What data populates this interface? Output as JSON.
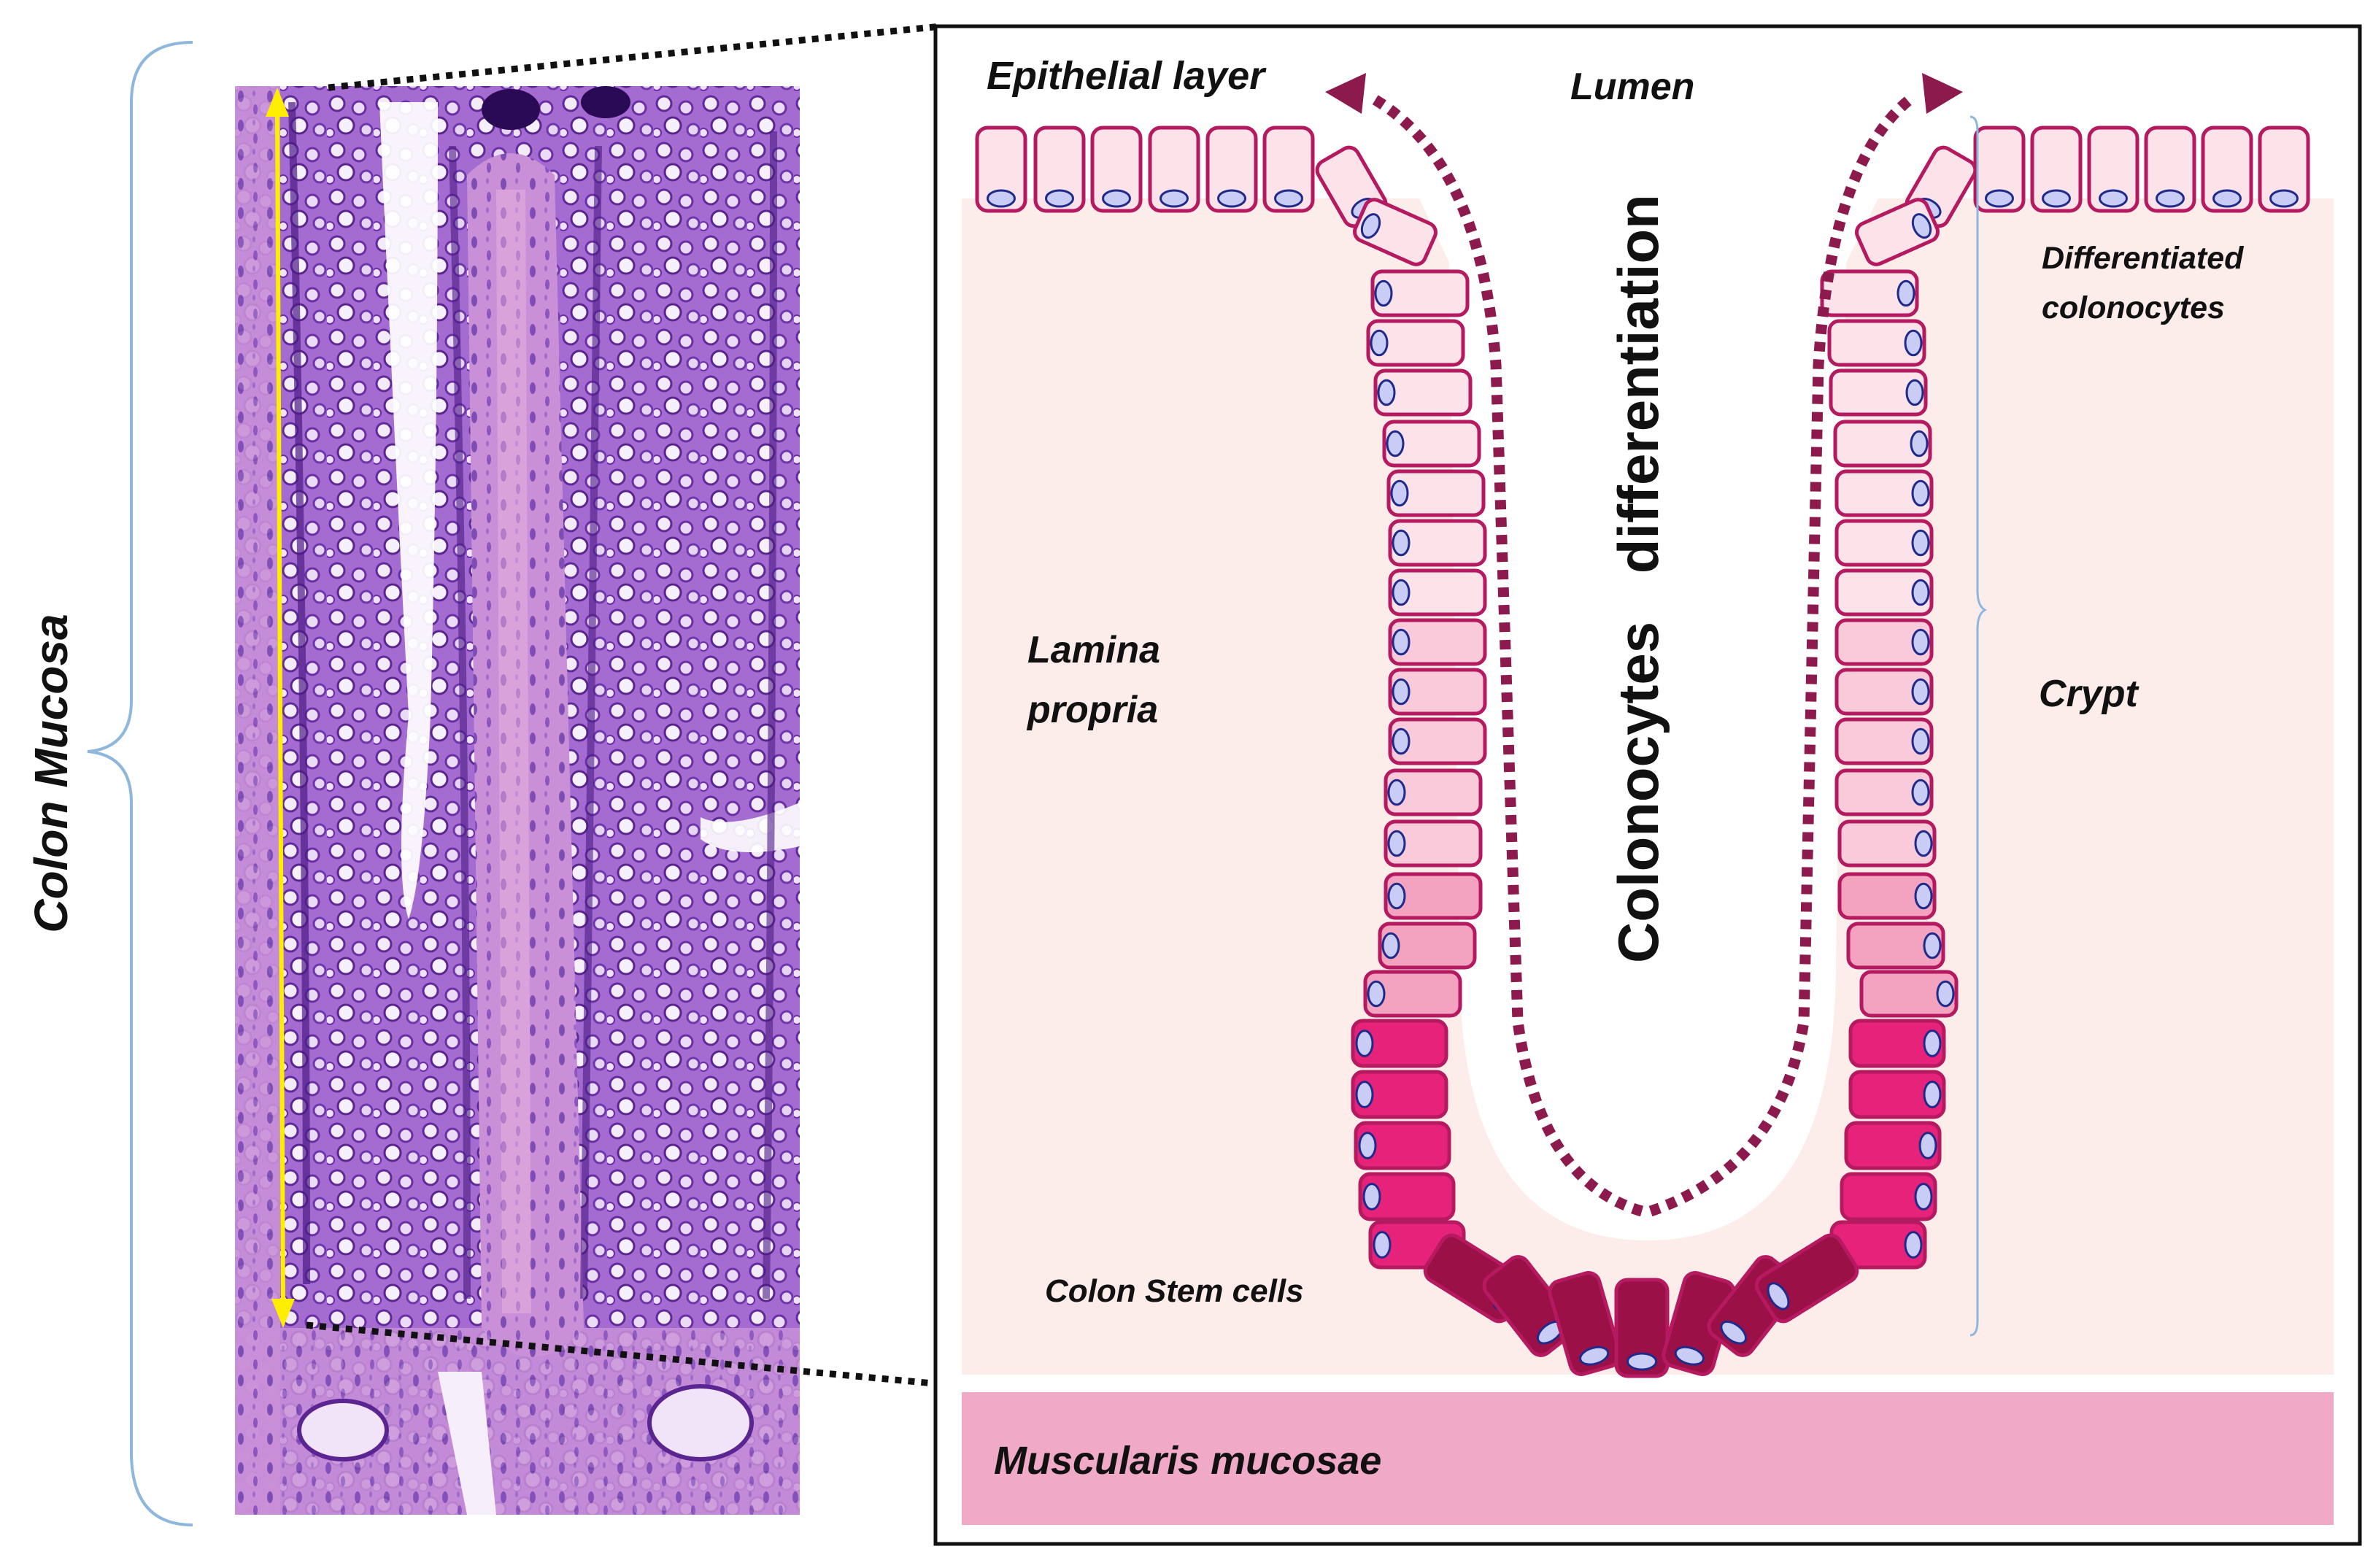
{
  "labels": {
    "colon_mucosa": "Colon Mucosa",
    "epithelial_layer": "Epithelial layer",
    "lumen": "Lumen",
    "differentiated_1": "Differentiated",
    "differentiated_2": "colonocytes",
    "crypt": "Crypt",
    "lamina_1": "Lamina",
    "lamina_2": "propria",
    "colonocytes": "Colonocytes",
    "differentiation": "differentiation",
    "stem_cells": "Colon Stem cells",
    "muscularis": "Muscularis mucosae"
  },
  "colors": {
    "lamina_propria_fill": "#fcecea",
    "muscularis_fill": "#f1a9c8",
    "cell_outline": "#b5195f",
    "nucleus_fill": "#c9cdf5",
    "arrow_color": "#8c1a4c",
    "bracket_color": "#8fb6dc",
    "yellow_arrow": "#ffee00",
    "histology_base": "#9a5dc6",
    "cell_shades": [
      "#fce3ea",
      "#f8cada",
      "#f3a3c0",
      "#e6227a",
      "#9c1048"
    ]
  },
  "icons": {
    "differentiation_arrow": "dotted-arrow",
    "crypt_length_arrow": "double-headed-arrow",
    "histology": "he-stain-micrograph"
  }
}
